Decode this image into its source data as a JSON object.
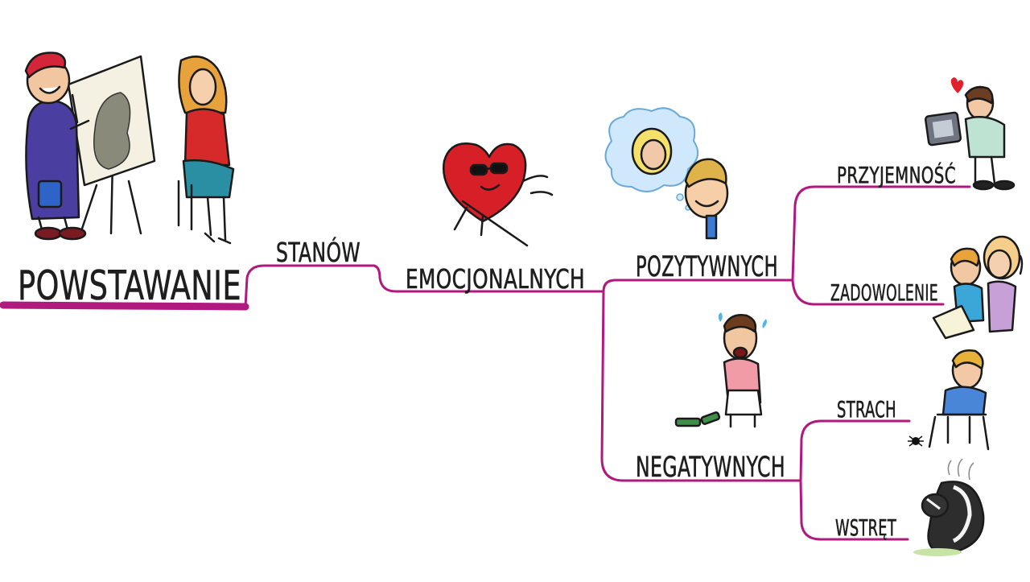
{
  "nodes": {
    "root": "POWSTAWANIE",
    "level1": "STANÓW",
    "level2": "EMOCJONALNYCH",
    "positive": "POZYTYWNYCH",
    "negative": "NEGATYWNYCH",
    "positive_children": [
      "PRZYJEMNOŚĆ",
      "ZADOWOLENIE"
    ],
    "negative_children": [
      "STRACH",
      "WSTRĘT"
    ]
  },
  "colors": {
    "branch": "#b0197e",
    "text": "#1e1e1e"
  },
  "icons": {
    "root_left": "painter-at-easel-icon",
    "root_right": "woman-sitting-on-stool-icon",
    "level2": "heart-with-sunglasses-icon",
    "positive": "man-dreaming-of-woman-icon",
    "negative": "crying-man-broken-bottles-icon",
    "pleasure": "man-hugging-computer-icon",
    "satisfaction": "happy-couple-with-document-icon",
    "fear": "scared-man-on-stool-spider-icon",
    "disgust": "smelly-skunk-icon"
  }
}
